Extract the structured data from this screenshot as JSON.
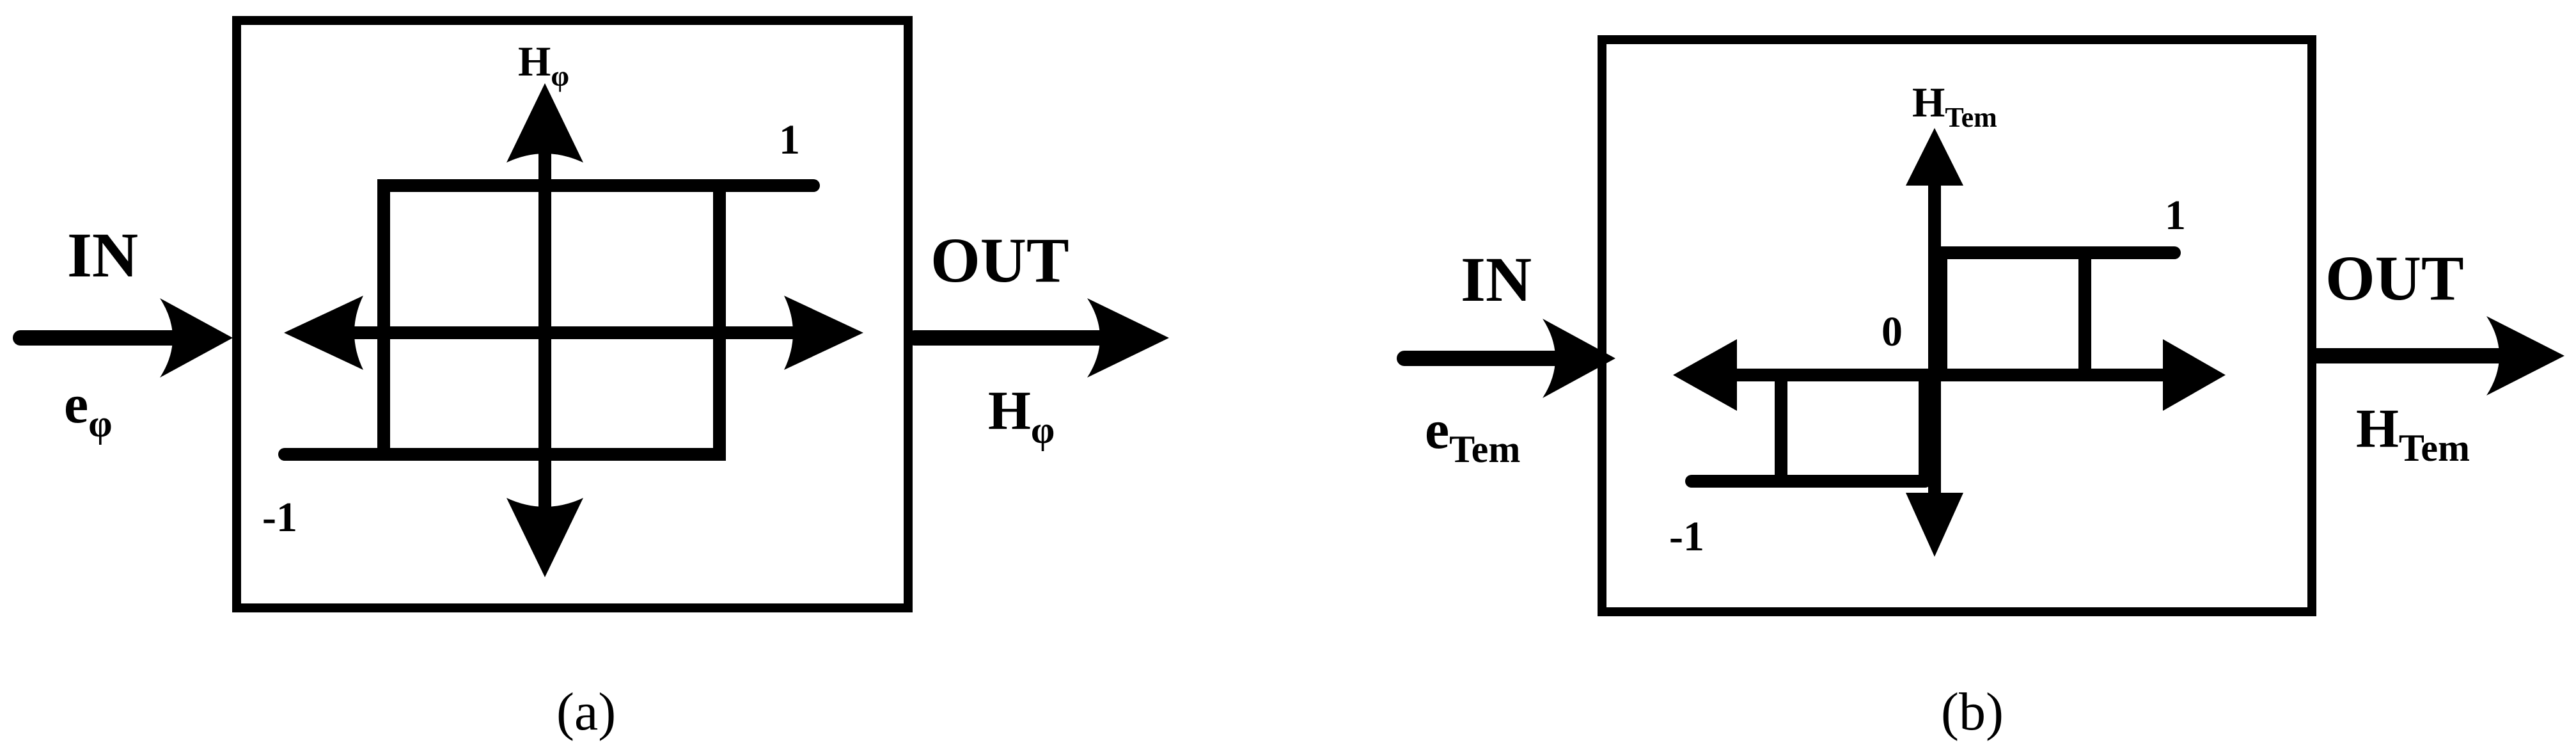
{
  "panel_a": {
    "input_label": "IN",
    "input_signal": "e",
    "input_signal_sub": "φ",
    "output_label": "OUT",
    "output_signal": "H",
    "output_signal_sub": "φ",
    "axis_label": "H",
    "axis_label_sub": "φ",
    "level_high": "1",
    "level_low": "-1",
    "caption": "(a)"
  },
  "panel_b": {
    "input_label": "IN",
    "input_signal": "e",
    "input_signal_sub": "Tem",
    "output_label": "OUT",
    "output_signal": "H",
    "output_signal_sub": "Tem",
    "axis_label": "H",
    "axis_label_sub": "Tem",
    "level_high": "1",
    "level_zero": "0",
    "level_low": "-1",
    "caption": "(b)"
  }
}
